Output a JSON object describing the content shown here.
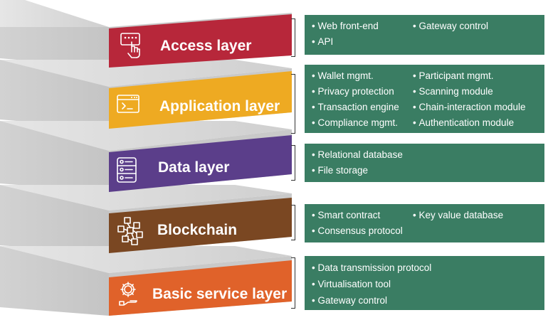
{
  "layers": [
    {
      "id": "access",
      "title": "Access layer",
      "icon": "touch-screen-icon",
      "color": "#b7273a",
      "items": [
        "Web front-end",
        "Gateway control",
        "API"
      ]
    },
    {
      "id": "application",
      "title": "Application layer",
      "icon": "terminal-window-icon",
      "color": "#eeaa22",
      "items": [
        "Wallet mgmt.",
        "Participant mgmt.",
        "Privacy protection",
        "Scanning module",
        "Transaction engine",
        "Chain-interaction module",
        "Compliance mgmt.",
        "Authentication module"
      ]
    },
    {
      "id": "data",
      "title": "Data layer",
      "icon": "server-list-icon",
      "color": "#5b3e8a",
      "items": [
        "Relational database",
        "File storage"
      ]
    },
    {
      "id": "blockchain",
      "title": "Blockchain",
      "icon": "block-network-icon",
      "color": "#7a4722",
      "items": [
        "Smart contract",
        "Key value database",
        "Consensus protocol"
      ]
    },
    {
      "id": "basic",
      "title": "Basic service layer",
      "icon": "gear-hand-icon",
      "color": "#e0622a",
      "items": [
        "Data transmission protocol",
        "Virtualisation tool",
        "Gateway control"
      ]
    }
  ],
  "colors": {
    "slab_top": "#d9d9d9",
    "slab_side": "#cfcfcf",
    "slab_front": "#bdbdbd",
    "box": "#3a7d63"
  }
}
